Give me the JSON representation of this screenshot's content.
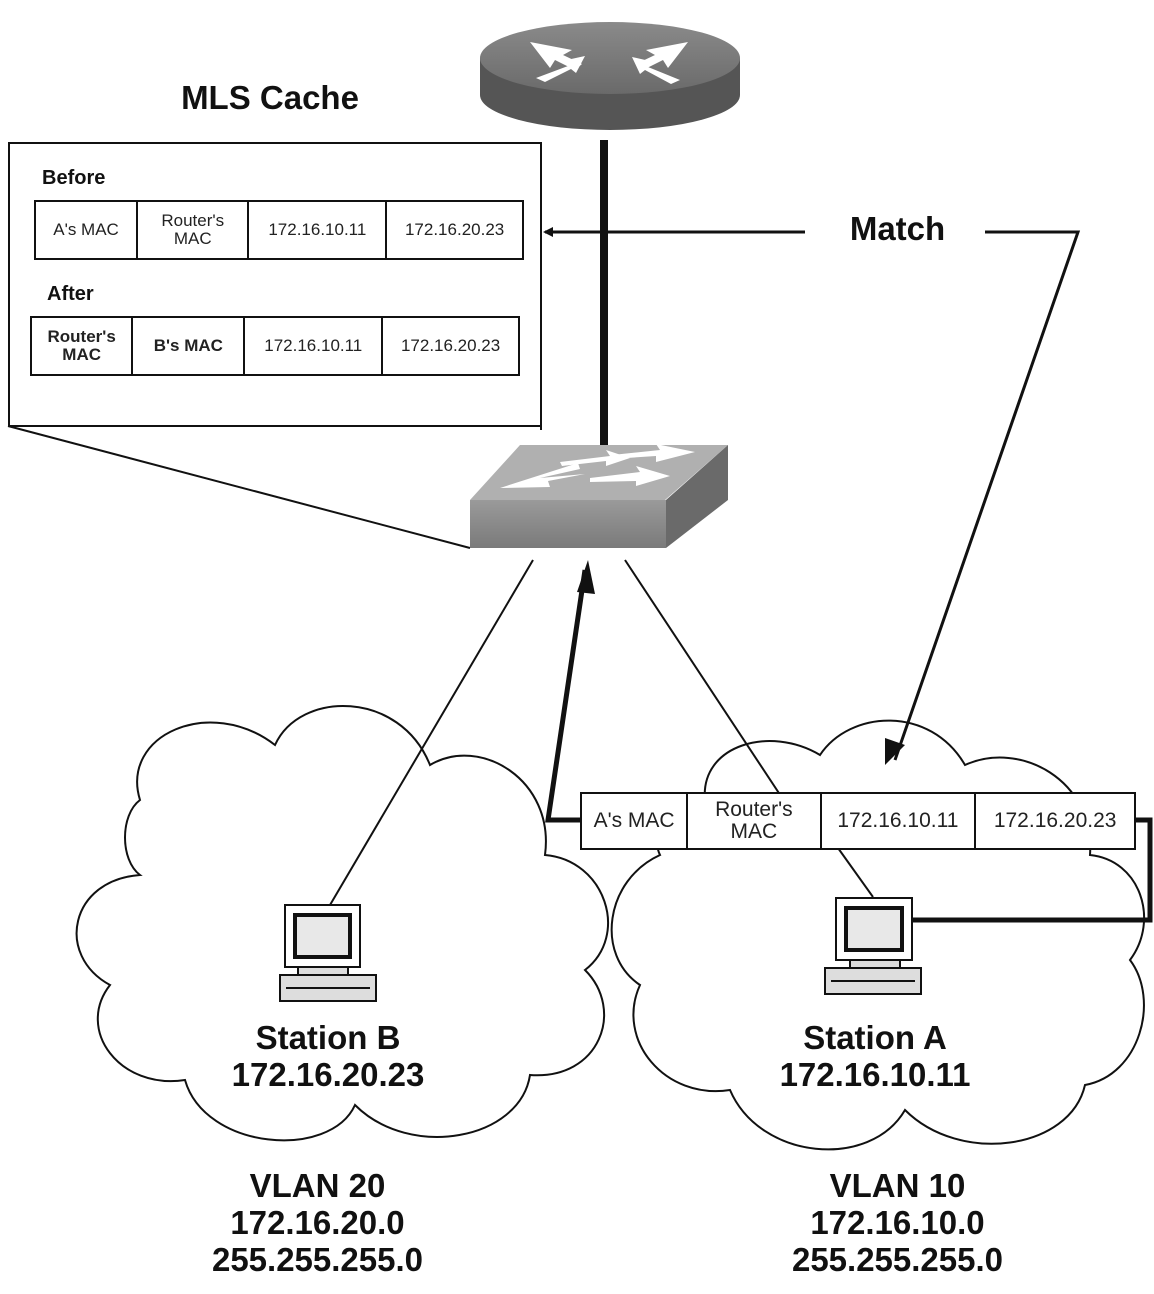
{
  "mls_cache": {
    "title": "MLS Cache",
    "before_label": "Before",
    "after_label": "After",
    "before_row": [
      "A's MAC",
      "Router's MAC",
      "172.16.10.11",
      "172.16.20.23"
    ],
    "after_row": [
      "Router's MAC",
      "B's MAC",
      "172.16.10.11",
      "172.16.20.23"
    ]
  },
  "match_label": "Match",
  "packet_row": [
    "A's MAC",
    "Router's MAC",
    "172.16.10.11",
    "172.16.20.23"
  ],
  "station_b": {
    "name": "Station B",
    "ip": "172.16.20.23"
  },
  "station_a": {
    "name": "Station A",
    "ip": "172.16.10.11"
  },
  "vlan20": {
    "name": "VLAN 20",
    "network": "172.16.20.0",
    "mask": "255.255.255.0"
  },
  "vlan10": {
    "name": "VLAN 10",
    "network": "172.16.10.0",
    "mask": "255.255.255.0"
  },
  "icons": {
    "router": "router-icon",
    "switch": "switch-icon",
    "computer": "computer-icon",
    "cloud": "cloud-icon"
  }
}
